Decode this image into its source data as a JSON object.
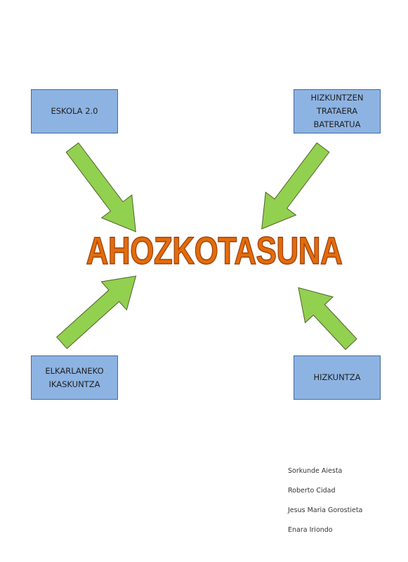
{
  "boxes": {
    "top_left": [
      "ESKOLA 2.0"
    ],
    "top_right": [
      "HIZKUNTZEN",
      "TRATAERA",
      "BATERATUA"
    ],
    "bottom_left": [
      "ELKARLANEKO",
      "IKASKUNTZA"
    ],
    "bottom_right": [
      "HIZKUNTZA"
    ]
  },
  "center_title": "AHOZKOTASUNA",
  "authors": [
    "Sorkunde Aiesta",
    "Roberto Cidad",
    "Jesus Maria Gorostieta",
    "Enara Iriondo"
  ],
  "colors": {
    "box_fill": "#8db3e2",
    "box_border": "#46699a",
    "arrow_fill": "#92d050",
    "arrow_border": "#4f6228",
    "title_fill": "#e36c0a"
  }
}
